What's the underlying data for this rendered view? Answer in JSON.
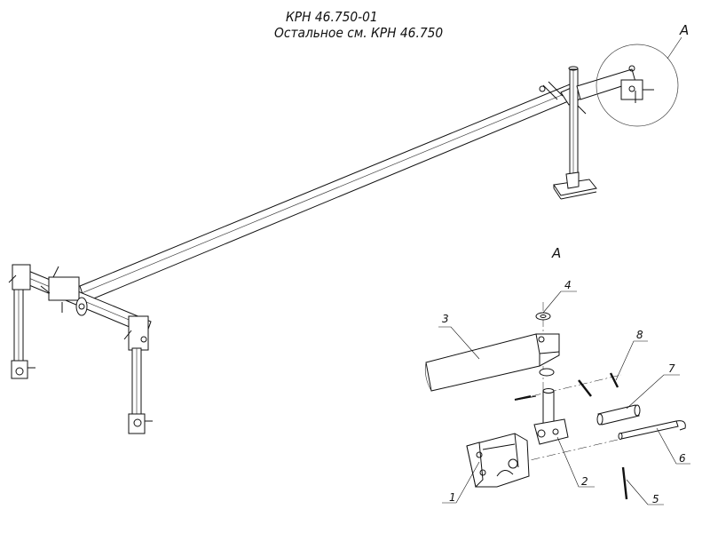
{
  "title": {
    "line1": "КРН 46.750-01",
    "line2": "Остальное см. КРН 46.750"
  },
  "view_callout": "A",
  "detail_label": "A",
  "parts": [
    "1",
    "2",
    "3",
    "4",
    "5",
    "6",
    "7",
    "8"
  ]
}
